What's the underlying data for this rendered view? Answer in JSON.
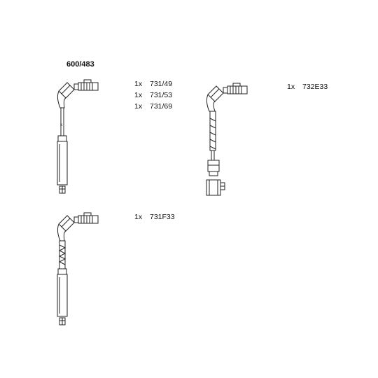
{
  "kit_number": "600/483",
  "groups": [
    {
      "id": "group-a",
      "parts": [
        {
          "qty": "1x",
          "code": "731/49"
        },
        {
          "qty": "1x",
          "code": "731/53"
        },
        {
          "qty": "1x",
          "code": "731/69"
        }
      ]
    },
    {
      "id": "group-b",
      "parts": [
        {
          "qty": "1x",
          "code": "732E33"
        }
      ]
    },
    {
      "id": "group-c",
      "parts": [
        {
          "qty": "1x",
          "code": "731F33"
        }
      ]
    }
  ],
  "colors": {
    "line": "#222222",
    "background": "#ffffff"
  }
}
